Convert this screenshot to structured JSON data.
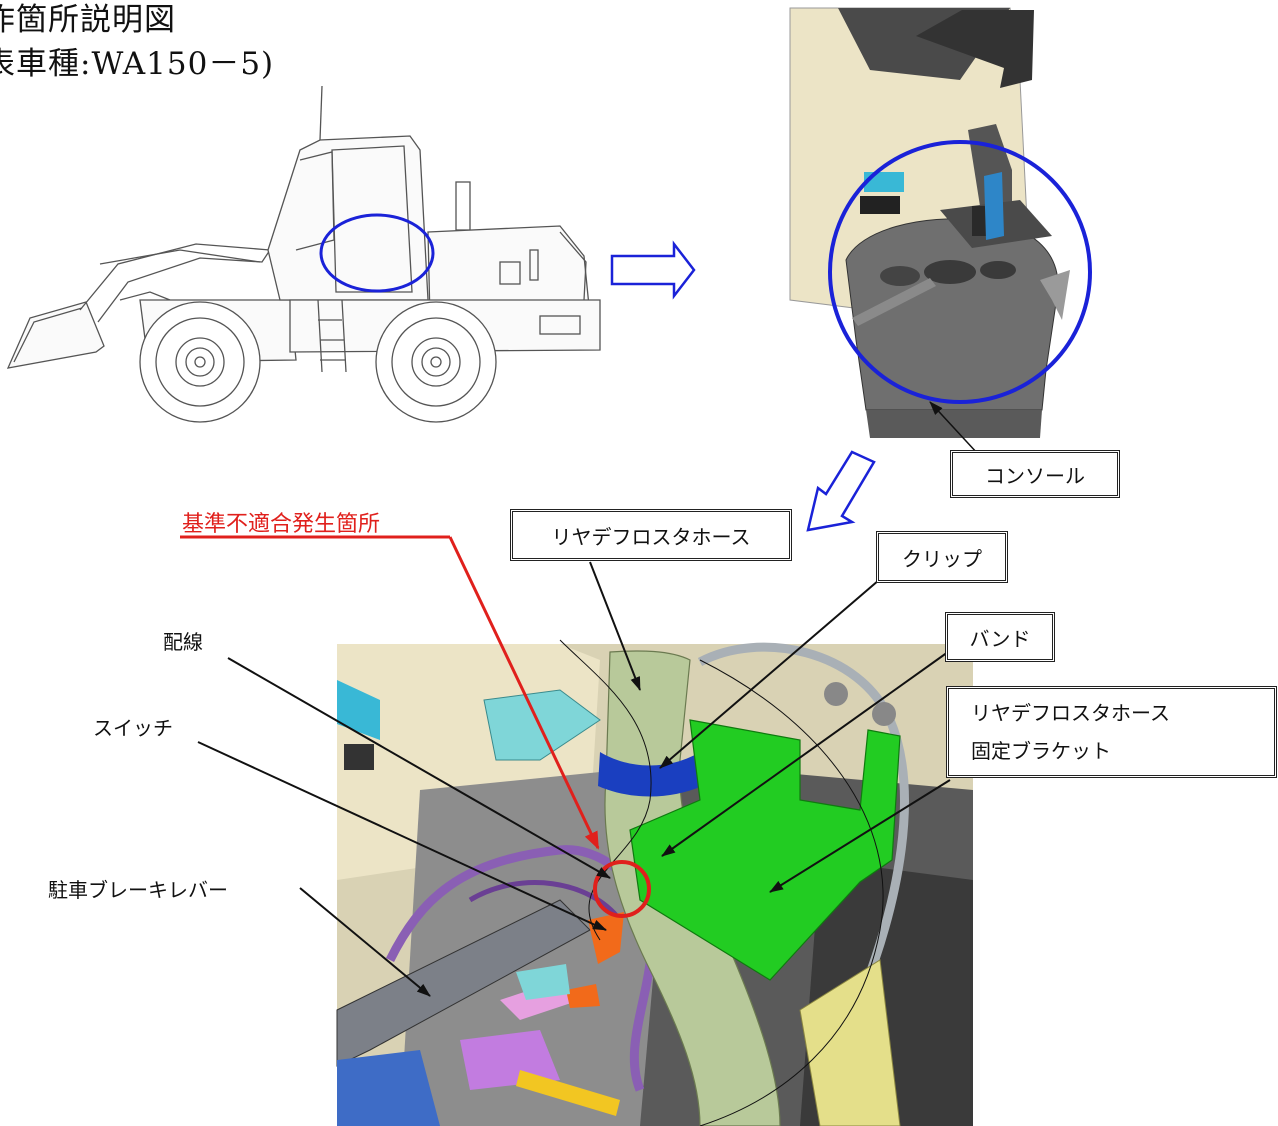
{
  "title": {
    "line1": "作箇所説明図",
    "line2": "表車種:WA150－5)"
  },
  "labels": {
    "console": "コンソール",
    "nonconformity": "基準不適合発生箇所",
    "rear_defroster_hose": "リヤデフロスタホース",
    "clip": "クリップ",
    "band": "バンド",
    "bracket_line1": "リヤデフロスタホース",
    "bracket_line2": "固定ブラケット",
    "wiring": "配線",
    "switch": "スイッチ",
    "parking_brake_lever": "駐車ブレーキレバー"
  },
  "colors": {
    "highlight_circle": "#1a22d8",
    "defect_marker": "#e0201c",
    "bracket": "#22cc22",
    "hose": "#b8c99a",
    "band": "#1a3fc0",
    "console_body": "#6f6f6f",
    "cab_panel": "#ece4c6"
  }
}
